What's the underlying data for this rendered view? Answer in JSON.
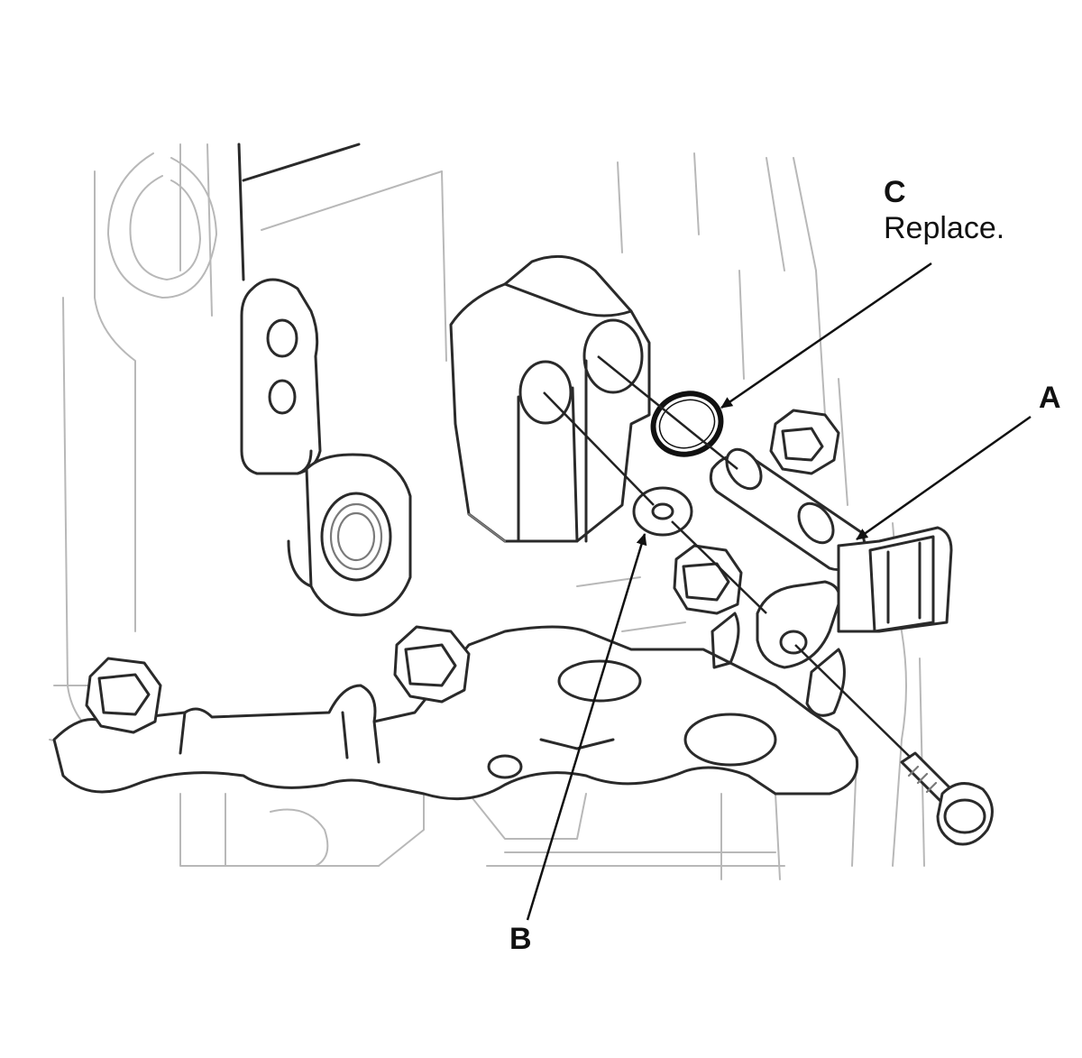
{
  "callouts": {
    "a": {
      "letter": "A"
    },
    "b": {
      "letter": "B"
    },
    "c": {
      "letter": "C",
      "note": "Replace."
    }
  },
  "colors": {
    "ink": "#111111",
    "line_faint": "#b8b8b8",
    "line_dark": "#2a2a2a",
    "background": "#ffffff"
  }
}
